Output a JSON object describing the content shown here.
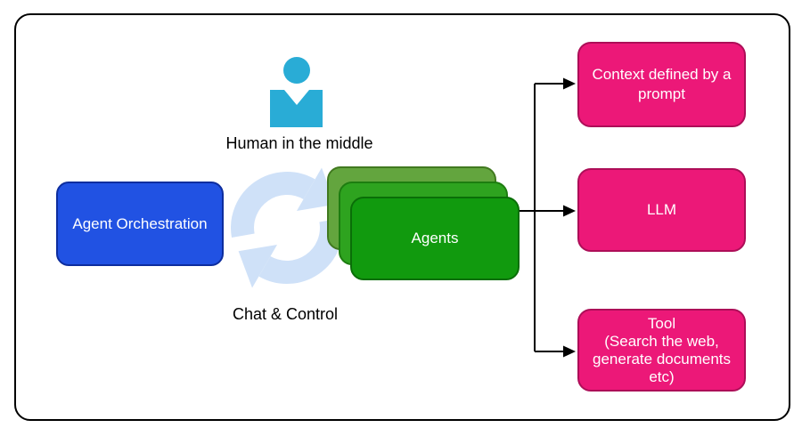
{
  "palette": {
    "background": "#ffffff",
    "frame_border": "#000000",
    "blue_fill": "#2152e3",
    "blue_border": "#0d2d9e",
    "cyan": "#29acd6",
    "light_blue": "#cfe1f8",
    "green_back_fill": "#63a53e",
    "green_back_border": "#41791f",
    "green_mid_fill": "#2ea31f",
    "green_mid_border": "#1d7d10",
    "green_front_fill": "#119a0e",
    "green_front_border": "#0a6e08",
    "pink_fill": "#ec1878",
    "pink_border": "#ad0e58",
    "connector": "#000000",
    "label_text": "#000000",
    "box_text": "#ffffff"
  },
  "nodes": {
    "orchestration": {
      "label": "Agent Orchestration"
    },
    "human": {
      "label": "Human in the middle",
      "icon": "person-icon"
    },
    "cycle": {
      "label": "Chat & Control",
      "icon": "sync-arrows-icon"
    },
    "agents": {
      "label": "Agents",
      "stack_count": 3
    },
    "context": {
      "label": "Context defined by a prompt",
      "lines": [
        "Context defined by a",
        "prompt"
      ]
    },
    "llm": {
      "label": "LLM"
    },
    "tool": {
      "label": "Tool (Search the web, generate documents etc)",
      "lines": [
        "Tool",
        "(Search the web,",
        "generate documents",
        "etc)"
      ]
    }
  },
  "connectors": [
    {
      "from": "Agents",
      "to": "Context defined by a prompt"
    },
    {
      "from": "Agents",
      "to": "LLM"
    },
    {
      "from": "Agents",
      "to": "Tool"
    }
  ]
}
